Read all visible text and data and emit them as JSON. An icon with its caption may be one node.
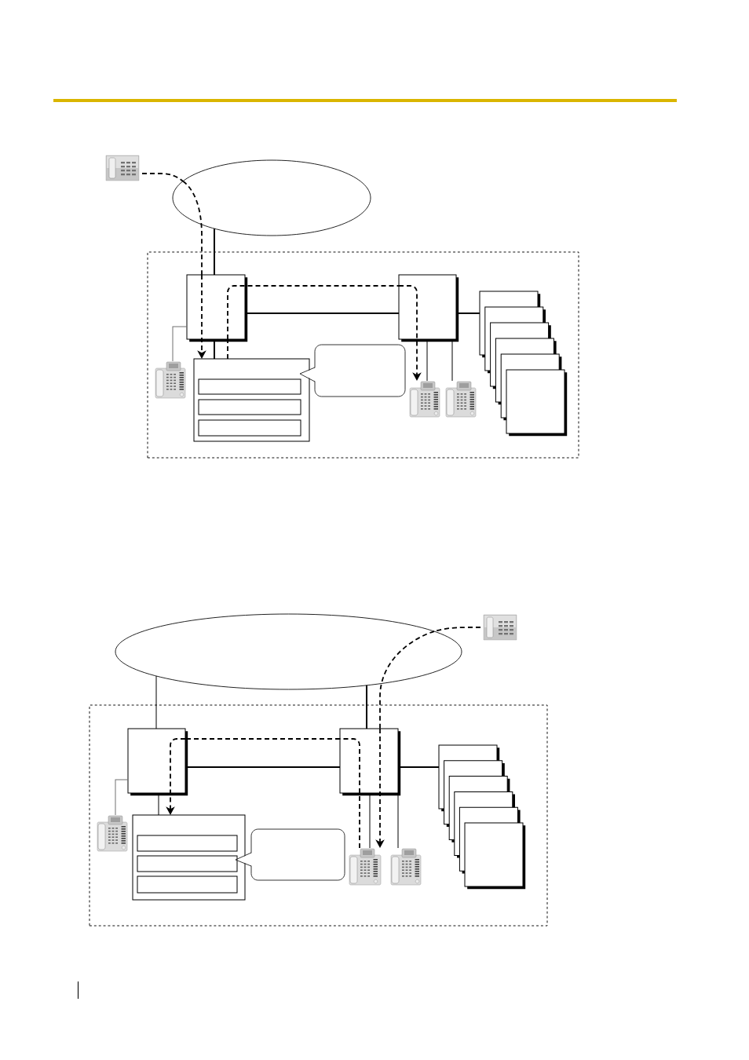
{
  "diagram": {
    "nodes": [
      {
        "text": [],
        "shape": "picture"
      },
      {
        "text": [],
        "shape": "ellipse"
      },
      {
        "text": [],
        "shape": "box"
      },
      {
        "text": [],
        "shape": "box",
        "in": 2
      },
      {
        "text": [],
        "shape": "box",
        "in": 2
      },
      {
        "text": [],
        "shape": "picture",
        "in": 2
      },
      {
        "text": [],
        "shape": "box",
        "in": 2
      },
      {
        "text": [],
        "shape": "box",
        "in": 6
      },
      {
        "text": [],
        "shape": "box",
        "in": 6
      },
      {
        "text": [],
        "shape": "box",
        "in": 6
      },
      {
        "text": [],
        "shape": "callout",
        "in": 2
      },
      {
        "text": [],
        "shape": "picture",
        "in": 2
      },
      {
        "text": [],
        "shape": "picture",
        "in": 2
      },
      {
        "text": [],
        "shape": "box",
        "in": 2
      },
      {
        "text": [],
        "shape": "box",
        "in": 2
      },
      {
        "text": [],
        "shape": "box",
        "in": 2
      },
      {
        "text": [],
        "shape": "box",
        "in": 2
      },
      {
        "text": [],
        "shape": "box",
        "in": 2
      },
      {
        "text": [],
        "shape": "box",
        "in": 2
      },
      {
        "text": [],
        "shape": "ellipse"
      },
      {
        "text": [],
        "shape": "picture"
      },
      {
        "text": [],
        "shape": "box"
      },
      {
        "text": [],
        "shape": "box",
        "in": 21
      },
      {
        "text": [],
        "shape": "box",
        "in": 21
      },
      {
        "text": [],
        "shape": "picture",
        "in": 21
      },
      {
        "text": [],
        "shape": "box",
        "in": 21
      },
      {
        "text": [],
        "shape": "box",
        "in": 25
      },
      {
        "text": [],
        "shape": "box",
        "in": 25
      },
      {
        "text": [],
        "shape": "box",
        "in": 25
      },
      {
        "text": [],
        "shape": "callout",
        "in": 21
      },
      {
        "text": [],
        "shape": "picture",
        "in": 21
      },
      {
        "text": [],
        "shape": "picture",
        "in": 21
      },
      {
        "text": [],
        "shape": "box",
        "in": 21
      },
      {
        "text": [],
        "shape": "box",
        "in": 21
      },
      {
        "text": [],
        "shape": "box",
        "in": 21
      },
      {
        "text": [],
        "shape": "box",
        "in": 21
      },
      {
        "text": [],
        "shape": "box",
        "in": 21
      },
      {
        "text": [],
        "shape": "box",
        "in": 21
      }
    ],
    "edges": [
      {
        "from": 0,
        "to": 1,
        "arrow": "none",
        "style": "dashed"
      },
      {
        "from": 1,
        "to": 3,
        "arrow": "none",
        "style": "dashed"
      },
      {
        "from": 3,
        "to": 6,
        "arrow": "to",
        "style": "dashed"
      },
      {
        "from": 1,
        "to": 3,
        "arrow": "none"
      },
      {
        "from": 3,
        "to": 4,
        "arrow": "none"
      },
      {
        "from": 6,
        "to": 3,
        "arrow": "none",
        "style": "dashed"
      },
      {
        "from": 3,
        "to": 4,
        "arrow": "none",
        "style": "dashed"
      },
      {
        "from": 4,
        "to": 11,
        "arrow": "to",
        "style": "dashed"
      },
      {
        "from": 4,
        "to": 13,
        "arrow": "none"
      },
      {
        "from": 3,
        "to": 5,
        "arrow": "none",
        "color": "#707070"
      },
      {
        "from": 3,
        "to": 6,
        "arrow": "none"
      },
      {
        "from": 4,
        "to": 11,
        "arrow": "none"
      },
      {
        "from": 4,
        "to": 12,
        "arrow": "none"
      },
      {
        "from": 20,
        "to": 19,
        "arrow": "none",
        "style": "dashed"
      },
      {
        "from": 19,
        "to": 23,
        "arrow": "none",
        "style": "dashed"
      },
      {
        "from": 23,
        "to": 30,
        "arrow": "to",
        "style": "dashed"
      },
      {
        "from": 19,
        "to": 22,
        "arrow": "none"
      },
      {
        "from": 19,
        "to": 23,
        "arrow": "none"
      },
      {
        "from": 30,
        "to": 23,
        "arrow": "none",
        "style": "dashed"
      },
      {
        "from": 23,
        "to": 22,
        "arrow": "none",
        "style": "dashed"
      },
      {
        "from": 22,
        "to": 25,
        "arrow": "to",
        "style": "dashed"
      },
      {
        "from": 22,
        "to": 23,
        "arrow": "none"
      },
      {
        "from": 23,
        "to": 32,
        "arrow": "none"
      },
      {
        "from": 22,
        "to": 24,
        "arrow": "none",
        "color": "#707070"
      },
      {
        "from": 22,
        "to": 25,
        "arrow": "none"
      },
      {
        "from": 23,
        "to": 30,
        "arrow": "none"
      },
      {
        "from": 23,
        "to": 31,
        "arrow": "none"
      }
    ]
  }
}
